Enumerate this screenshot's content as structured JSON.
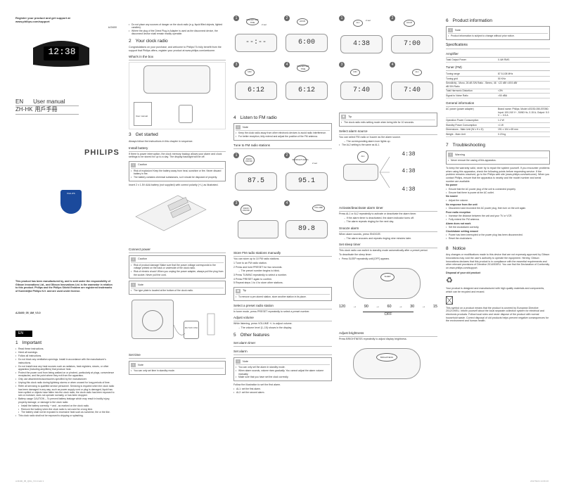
{
  "col1": {
    "register": "Register your product and get support at www.philips.com/support",
    "model": "AJ3400",
    "clock_time": "12:38",
    "lang1_code": "EN",
    "lang1_label": "User manual",
    "lang2_code": "ZH-HK",
    "lang2_label": "用戶手冊",
    "brand": "PHILIPS",
    "legal": "This product has been manufactured by, and is sold under the responsibility of Gibson Innovations Ltd., and Gibson Innovations Ltd. is the warrantor in relation to this product. Philips and the Philips Shield Emblem are registered trademarks of Koninklijke Philips N.V. and are used under license.",
    "code": "AJ3400_05_UM_V3.0",
    "en": "EN",
    "s1_num": "1",
    "s1_title": "Important",
    "s1_items": [
      "Read these instructions.",
      "Heed all warnings.",
      "Follow all instructions.",
      "Do not block any ventilation openings. Install in accordance with the manufacturer's instructions.",
      "Do not install near any heat sources such as radiators, heat registers, stoves, or other apparatus (including amplifiers) that produce heat.",
      "Protect the power cord from being walked on or pinched, particularly at plugs, convenience receptacles, and the point where they exit from the apparatus.",
      "Only use attachments/accessories specified by the manufacturer.",
      "Unplug this clock radio during lightning storms or when unused for long periods of time.",
      "Refer all servicing to qualified service personnel. Servicing is required when the clock radio has been damaged in any way, such as power-supply cord or plug is damaged, liquid has been spilled or objects have fallen into the clock radio, the clock radio has been exposed to rain or moisture, does not operate normally, or has been dropped.",
      "Battery usage CAUTION – To prevent battery leakage which may result in bodily injury, property damage, or damage to the clock radio:",
      "Install the battery correctly, + and - as marked on the clock radio.",
      "Remove the battery when the clock radio is not used for a long time.",
      "The battery shall not be exposed to excessive heat such as sunshine, fire or the like.",
      "This clock radio shall not be exposed to dripping or splashing."
    ]
  },
  "col2": {
    "top_items": [
      "Do not place any sources of danger on the clock radio (e.g. liquid filled objects, lighted candles).",
      "Where the plug of the Direct Plug-in Adapter is used as the disconnect device, the disconnect device shall remain readily operable."
    ],
    "s2_num": "2",
    "s2_title": "Your clock radio",
    "s2_text": "Congratulations on your purchase, and welcome to Philips! To fully benefit from the support that Philips offers, register your product at www.philips.com/welcome.",
    "box_title": "What's in the box",
    "manual_label": "User manual",
    "s3_num": "3",
    "s3_title": "Get started",
    "s3_text": "Always follow the instructions in this chapter in sequence.",
    "install_title": "Install battery",
    "install_text": "If there is power interruption, the clock memory backup allows your alarm and clock settings to be stored for up to a day. The display backlight will be off.",
    "caution": "Caution",
    "caution1_items": [
      "Risk of explosion! Keep the battery away from heat, sunshine or fire. Never discard battery in fire.",
      "The battery contains chemical substances, so it should be disposed of properly."
    ],
    "insert_text": "Insert 2 x 1.5V AAA battery (not supplied) with correct polarity (+/-) as illustrated.",
    "connect_title": "Connect power",
    "caution2_items": [
      "Risk of product damage! Make sure that the power voltage corresponds to the voltage printed on the back or underside of the clock radio.",
      "Risk of electric shock! When you unplug the power adapter, always pull the plug from the socket. Never pull the cord."
    ],
    "note": "Note",
    "note1_items": [
      "The type plate is located at the bottom of the clock radio."
    ],
    "adapter_label": "DC 5.0V 0.5A",
    "settime_title": "Set time",
    "note2_items": [
      "You can only set time in standby mode."
    ]
  },
  "col3": {
    "p1_step": "1",
    "p1_btn": "PRESET/SET TIME",
    "p1_hold": "2 sec",
    "p1_lcd": "--:--",
    "p2_step": "2",
    "p2_btn": "HOUR",
    "p2_lcd": "6:00",
    "p3_step": "3",
    "p3_btn": "MIN",
    "p3_lcd": "6:12",
    "p4_step": "4",
    "p4_btn": "PRESET/SET TIME",
    "p4_lcd": "6:12",
    "s4_num": "4",
    "s4_title": "Listen to FM radio",
    "note3_items": [
      "Keep the clock radio away from other electronic devices to avoid radio interference.",
      "For better reception, fully extend and adjust the position of the FM antenna."
    ],
    "tune_title": "Tune to FM radio stations",
    "t1_step": "1",
    "t1_btn": "RADIO ON/OFF",
    "t1_lcd": "87.5",
    "t2_step": "2",
    "t2_btn": "SEARCH/TUNING",
    "t2_hold": "2 sec",
    "t2_lcd": "95.1",
    "t3_step": "3",
    "t3_btn": "RADIO ON/OFF",
    "t4_step": "4",
    "t4_btn": "VOLUME",
    "t4_lcd": "89.8",
    "store_title": "Store FM radio stations manually",
    "store_text": "You can store up to 10 FM radio stations.",
    "store_steps": [
      "1  Tune to an FM radio station.",
      "2  Press and hold PRESET for two seconds.",
      "→ The preset number begins to blink.",
      "3  Press TUNING repeatedly to select a number.",
      "4  Press PRESET again to confirm.",
      "5  Repeat steps 1 to 4 to store other stations."
    ],
    "tip": "Tip",
    "tip1_items": [
      "To remove a pre-stored station, store another station in its place."
    ],
    "select_title": "Select a preset radio station",
    "select_text": "In tuner mode, press PRESET repeatedly to select a preset number.",
    "vol_title": "Adjust volume",
    "vol_text": "While listening, press VOLUME +/- to adjust volume.",
    "vol_sub": "→ The volume level (1–15) shows in the display.",
    "s5_num": "5",
    "s5_title": "Other features",
    "alarm_timer_title": "Set alarm timer",
    "set_alarm_title": "Set alarm",
    "note4_items": [
      "You can only set the alarm in standby mode.",
      "When alarm sounds, volume rises gradually. You cannot adjust the alarm volume manually.",
      "Make sure that you have set the clock correctly."
    ],
    "follow_text": "Follow the illustration to set the first alarm.",
    "al_items": [
      "AL1: set the first alarm.",
      "AL2: set the second alarm."
    ]
  },
  "col4": {
    "a1_step": "1",
    "a1_btn": "AL1",
    "a1_hold": "2 sec",
    "a1_lcd": "4:38",
    "a2_step": "2",
    "a2_btn": "HOUR",
    "a2_lcd": "7:00",
    "a3_step": "3",
    "a3_btn": "MIN",
    "a3_lcd": "7:40",
    "a4_step": "4",
    "a4_btn": "AL1",
    "a4_lcd": "7:40",
    "tip2_items": [
      "The clock radio exits setting mode when being idle for 10 seconds."
    ],
    "source_title": "Select alarm source",
    "source_text": "You can select FM radio or buzzer as the alarm source.",
    "source_sub": "→ The corresponding alarm icon lights up.",
    "source_note": "The AL2 setting is the same as AL1.",
    "src_btn": "AL1",
    "src_lcd1": "4:38",
    "src_lcd2": "4:38",
    "src_lcd3": "4:38",
    "act_title": "Activate/deactivate alarm timer",
    "act_text": "Press AL1 or AL2 repeatedly to activate or deactivate the alarm timer.",
    "act_sub": "→ If the alarm timer is deactivated, the alarm indicator turns off.",
    "act_sub2": "→ The alarm repeats ringing for the next day.",
    "snooze_title": "Snooze alarm",
    "snooze_text": "When alarm sounds, press SNOOZE.",
    "snooze_sub": "→ The alarm snoozes and repeats ringing nine minutes later.",
    "sleep_title": "Set sleep timer",
    "sleep_text": "This clock radio can switch to standby mode automatically after a preset period.",
    "sleep_sub": "To deactivate the sleep timer:",
    "sleep_item": "Press SLEEP repeatedly until [OFF] appears.",
    "sleep_btn": "SLEEP",
    "sleep_seq": [
      "120",
      "90",
      "60",
      "30",
      "15"
    ],
    "sleep_off": "OFF",
    "bright_title": "Adjust brightness",
    "bright_text": "Press BRIGHTNESS repeatedly to adjust display brightness.",
    "bright_btn": "BRIGHTNESS"
  },
  "col5": {
    "s6_num": "6",
    "s6_title": "Product information",
    "note5_items": [
      "Product information is subject to change without prior notice."
    ],
    "spec_title": "Specifications",
    "amp_title": "Amplifier",
    "amp_rows": [
      [
        "Total Output Power",
        "0.4W RMS"
      ]
    ],
    "tuner_title": "Tuner (FM)",
    "tuner_rows": [
      [
        "Tuning range",
        "87.5-108 MHz"
      ],
      [
        "Tuning grid",
        "50 KHz"
      ],
      [
        "Sensitivity - Mono, 26 dB S/N Ratio - Stereo, 46 dB S/N Ratio",
        "<22 dBf <49.5 dBf"
      ],
      [
        "Total Harmonic Distortion",
        "<3%"
      ],
      [
        "Signal to Noise Ratio",
        ">50 dBA"
      ]
    ],
    "gen_title": "General information",
    "gen_rows": [
      [
        "AC power (power adapter)",
        "Brand name: Philips; Model: AS030-050-EE050; Input: 100-240 V~, 50/60 Hz, 0.15 A; Output: 5.0 V ⎓ 0.5 A"
      ],
      [
        "Operation Power Consumption",
        "1.2 W"
      ],
      [
        "Standby Power Consumption",
        "<1 W"
      ],
      [
        "Dimensions - Main Unit (W x H x D)",
        "191 x 104 x 69 mm"
      ],
      [
        "Weight - Main Unit",
        "0.23 kg"
      ]
    ],
    "s7_num": "7",
    "s7_title": "Troubleshooting",
    "warning": "Warning",
    "warn_items": [
      "Never remove the casing of this apparatus."
    ],
    "trouble_text": "To keep the warranty valid, never try to repair the system yourself. If you encounter problems when using this apparatus, check the following points before requesting service. If the problem remains unsolved, go to the Philips web site (www.philips.com/welcome). When you contact Philips, ensure that the apparatus is nearby and the model number and serial number are available.",
    "t_groups": [
      {
        "title": "No power",
        "items": [
          "Ensure that the AC power plug of the unit is connected properly.",
          "Ensure that there is power at the AC outlet."
        ]
      },
      {
        "title": "No sound",
        "items": [
          "Adjust the volume."
        ]
      },
      {
        "title": "No response from the unit",
        "items": [
          "Disconnect and reconnect the AC power plug, then turn on the unit again."
        ]
      },
      {
        "title": "Poor radio reception",
        "items": [
          "Increase the distance between the unit and your TV or VCR.",
          "Fully extend the FM antenna."
        ]
      },
      {
        "title": "Alarm does not work",
        "items": [
          "Set the clock/alarm correctly."
        ]
      },
      {
        "title": "Clock/alarm setting erased",
        "items": [
          "Power has been interrupted or the power plug has been disconnected.",
          "Reset the clock/alarm."
        ]
      }
    ],
    "s8_num": "8",
    "s8_title": "Notice",
    "notice_text": "Any changes or modifications made to this device that are not expressly approved by Gibson Innovations may void the user's authority to operate the equipment. Hereby, Gibson Innovations declares that this product is in compliance with the essential requirements and other relevant provisions of Directive 2014/53/EU. You can find the Declaration of Conformity on www.philips.com/support.",
    "dispose_title": "Disposal of your old product",
    "dispose_text": "Your product is designed and manufactured with high quality materials and components, which can be recycled and reused.",
    "weee_text": "This symbol on a product means that the product is covered by European Directive 2012/19/EU. Inform yourself about the local separate collection system for electrical and electronic products. Follow local rules and never dispose of the product with normal household waste. Correct disposal of old products helps prevent negative consequences for the environment and human health."
  },
  "footer_left": "AJ3400_05_QSG_V3.0.indd 1",
  "footer_right": "2017/9/24 14:39:16"
}
